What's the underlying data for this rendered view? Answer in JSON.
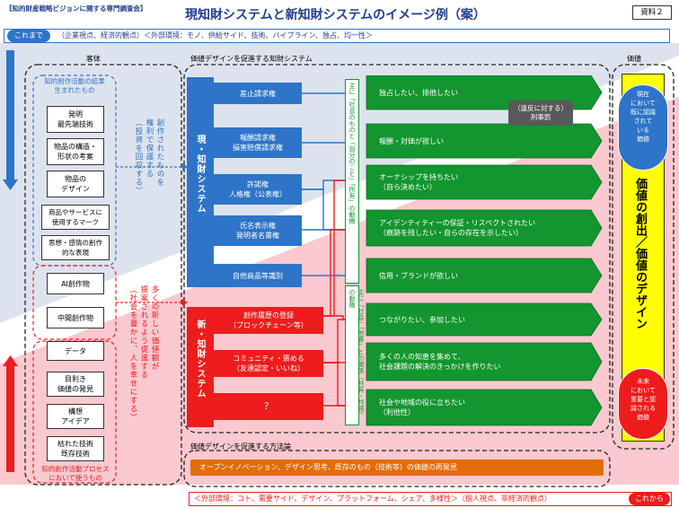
{
  "header": {
    "tag": "【知的財産戦略ビジョンに関する専門調査会】",
    "title": "現知財システムと新知財システムのイメージ例（案）",
    "doc_no": "資料２"
  },
  "top_bar": {
    "badge": "これまで",
    "text": "（企業視点、経済的観点）＜外部環境：モノ、供給サイド、技術、パイプライン、独占、均一性＞"
  },
  "bottom_bar": {
    "text": "＜外部環境：コト、需要サイド、デザイン、プラットフォーム、シェア、多様性＞（個人視点、非経済的観点）",
    "badge": "これから"
  },
  "columns": {
    "object": "客体",
    "system": "価値デザインを促進する知財システム",
    "value": "価値"
  },
  "object_group_top": {
    "title": "知的創作活動の結果\n生まれたもの",
    "items": [
      "発明\n最先端技術",
      "物品の構造・\n形状の考案",
      "物品の\nデザイン",
      "商品やサービスに\n使用するマーク",
      "思想・感情の創作\n的な表現"
    ]
  },
  "object_group_ai": {
    "items": [
      "AI創作物",
      "中間創作物"
    ]
  },
  "object_group_bottom": {
    "items": [
      "データ",
      "目利き\n価値の発見",
      "構想\nアイデア",
      "枯れた技術\n既存技術"
    ],
    "caption": "知的創作活動プロセス\nにおいて使うもの"
  },
  "mid_labels": {
    "current": "創作されたものを\n権利で保護する\n（投資を回収する）",
    "new": "多くの新しい価値観が\n提案されるよう促進する\n（社会を豊かに、人を幸せにする）"
  },
  "current_system": {
    "label": "現・知財システム",
    "items": [
      "差止請求権",
      "報酬請求権\n損害賠償請求権",
      "許諾権\n人格権（公表権）",
      "氏名表示権\n発明者名書権",
      "自他商品等識別"
    ]
  },
  "new_system": {
    "label": "新・知財システム",
    "items": [
      "創作履歴の登録\n（ブロックチェーン等）",
      "コミュニティ・褒める\n（友達認定・いいね）",
      "？"
    ]
  },
  "relation_labels": {
    "upper": "主に「社会のものと「自分のこと」「所有」の動機",
    "lower": "主に「社会」「他者」との関係（共有・共感）の動機"
  },
  "outcomes": [
    "独占したい、排他したい",
    "報酬・対価が欲しい",
    "オーナシップを持ちたい\n（自ら決めたい）",
    "アイデンティティーの保証・リスペクトされたい\n（痕跡を残したい・自らの存在を示したい）",
    "信用・ブランドが欲しい",
    "つながりたい、参加したい",
    "多くの人の知恵を集めて、\n社会課題の解決のきっかけを作りたい",
    "社会や地域の役に立ちたい\n（利他性）"
  ],
  "sanction": "（違反に対する）\n刑事罰",
  "method": {
    "title": "価値デザインを促進する方法論",
    "text": "オープンイノベーション、デザイン思考、既存のもの（技術等）の価値の再発見"
  },
  "value_column": {
    "main": "価値の創出／価値のデザイン",
    "current": "現在\nにおいて\n既に認識\nされて\nいる\n価値",
    "future": "未来\nにおいて\n重要と認\n識される\n価値"
  },
  "colors": {
    "blue": "#2e74c8",
    "red": "#ee1c1c",
    "green": "#13962f",
    "yellow": "#ffff00",
    "orange": "#e36c09",
    "title": "#1f3f8f"
  }
}
